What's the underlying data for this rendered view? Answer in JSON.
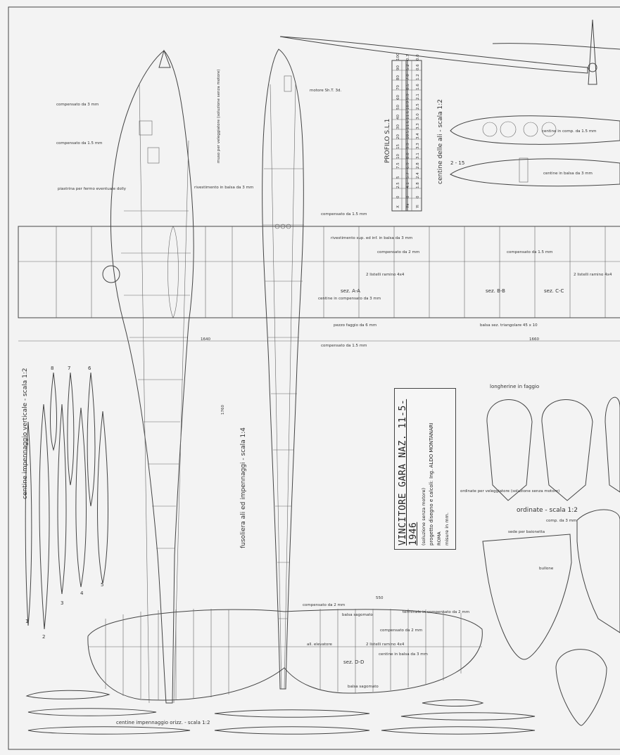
{
  "title_block": {
    "title": "VINCITORE GARA NAZ. 11-5-1946",
    "subtitle": "(soluzione senza motore)",
    "credit": "progetto disegno e calcoli: Ing. ALDO MONTANARI",
    "city": "ROMA",
    "units": "misure in mm."
  },
  "profile_table": {
    "name": "PROFILO S.L.1",
    "rows": [
      [
        "X",
        "0",
        "2.5",
        "5",
        "7.5",
        "10",
        "15",
        "20",
        "30",
        "40",
        "50",
        "60",
        "70",
        "80",
        "90",
        "100"
      ],
      [
        "Ys",
        "0",
        "4.1",
        "5.7",
        "6.9",
        "8.0",
        "9.9",
        "10.5",
        "11.6",
        "11.6",
        "10.9",
        "9.9",
        "8.5",
        "7.0",
        "5.2",
        "0.7"
      ],
      [
        "Yi",
        "0",
        "1.8",
        "2.4",
        "2.8",
        "3.1",
        "3.3",
        "3.4",
        "3.3",
        "3.0",
        "2.5",
        "2.1",
        "1.6",
        "1.2",
        "0.6",
        "0.0"
      ]
    ]
  },
  "labels": {
    "comp3": "compensato da 3 mm",
    "comp15": "compensato da 1.5 mm",
    "piastrina": "piastrina per fermo eventuale dolly",
    "muso": "muso per veleggiatore (soluzione senza motore)",
    "motore": "motore Sh.T. 3d.",
    "rivestimento": "rivestimento in balsa da 3 mm",
    "riv_sup": "rivestimento sup. ed inf. in balsa da 3 mm",
    "comp2": "compensato da 2 mm",
    "listelli": "2 listelli ramino 4x4",
    "sezAA": "sez. A-A",
    "sezBB": "sez. B-B",
    "sezCC": "sez. C-C",
    "sezDD": "sez. D-D",
    "centine_comp": "centine in compensato da 3 mm",
    "pezzo_faggio": "pezzo faggio da 6 mm",
    "balsa_tri": "balsa sez. triangolare 45 x 10",
    "centine_ali": "centine delle ali - scala 1:2",
    "centine_comp_ala": "centine in comp. da 1.5 mm",
    "centine_balsa": "centine in balsa da 3 mm",
    "fusoliera": "fusoliera ali ed impennaggi - scala 1:4",
    "vert": "centine impennaggio verticale - scala 1:2",
    "orizz": "centine impennaggio orizz. - scala 1:2",
    "longherine": "longherine in faggio",
    "ordinate": "ordinate - scala 1:2",
    "ordinate_vel": "ordinate per veleggiatore (soluzione senza motore)",
    "terminale": "terminale in compensato da 2 mm",
    "balsa_sag": "balsa sagomato",
    "all_elev": "all. elevatore",
    "centine_balsa3": "centine in balsa da 3 mm",
    "dim1640": "1640",
    "dim1760": "1760",
    "dim550": "550",
    "dim1660": "1660",
    "scala12": "scala 1:2",
    "comp3b": "comp. da 3 mm",
    "sede_baionetta": "sede per baionetta",
    "bullone": "bullone",
    "sez22": "2 - 15",
    "d1": "1",
    "n8": "8",
    "n7": "7",
    "n6": "6",
    "n5": "5",
    "n4": "4",
    "n3": "3",
    "n2": "2",
    "n1": "1"
  }
}
